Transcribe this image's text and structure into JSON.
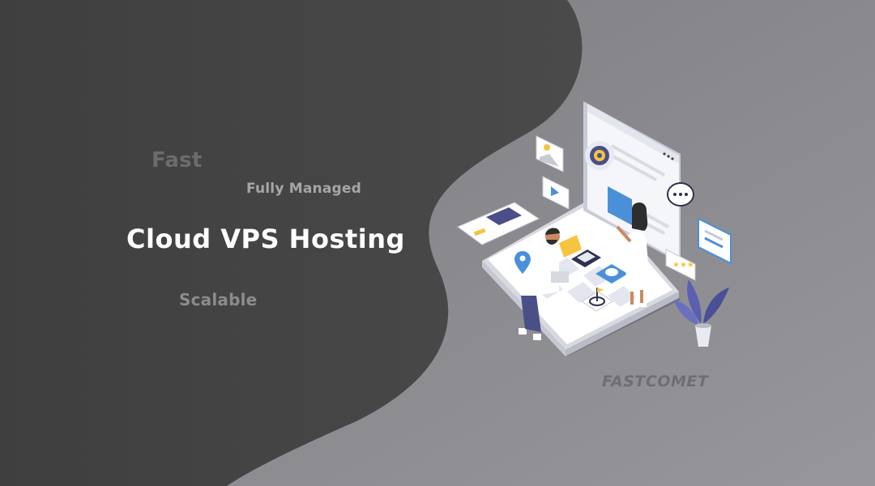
{
  "headline": {
    "fast": "Fast",
    "fully_managed": "Fully Managed",
    "title": "Cloud VPS Hosting",
    "scalable": "Scalable"
  },
  "brand": {
    "logo_text": "FASTCOMET"
  },
  "colors": {
    "dark_panel": "#444444",
    "right_panel": "#8b8b8f",
    "accent_blue": "#4a90d9",
    "accent_yellow": "#f5c542",
    "plant_purple": "#5a5fb0"
  },
  "illustration": {
    "icons": [
      "gear-icon",
      "chat-bubble-icon",
      "map-pin-icon",
      "target-icon",
      "image-icon",
      "video-icon",
      "star-icon",
      "plant-icon"
    ]
  }
}
